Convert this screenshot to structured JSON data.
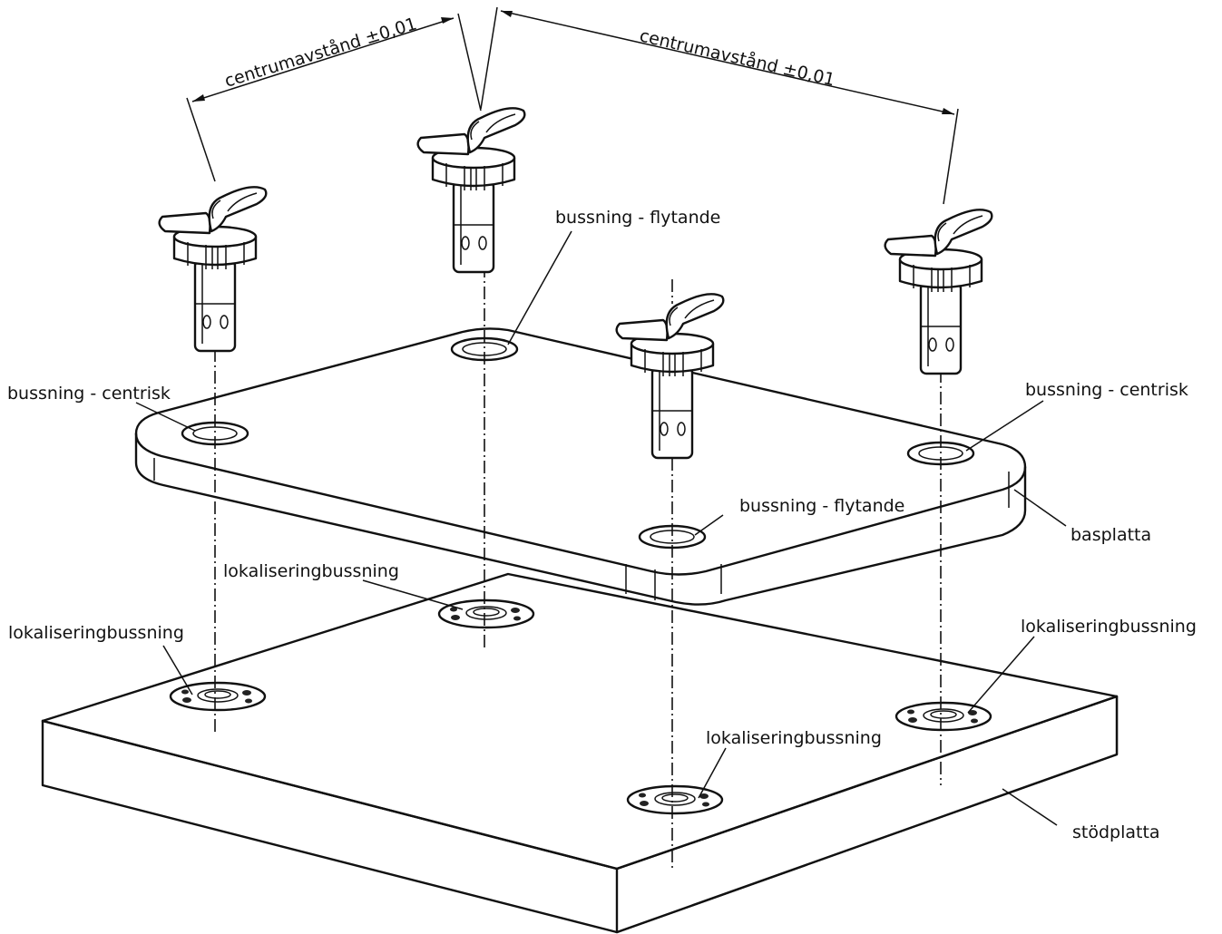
{
  "labels": {
    "dim_left": "centrumavstånd ±0,01",
    "dim_right": "centrumavstånd ±0,01",
    "bushing_floating_top": "bussning - flytande",
    "bushing_floating_front": "bussning - flytande",
    "bushing_centric_left": "bussning - centrisk",
    "bushing_centric_right": "bussning - centrisk",
    "base_plate": "basplatta",
    "support_plate": "stödplatta",
    "locating_bushing_back": "lokaliseringbussning",
    "locating_bushing_left": "lokaliseringbussning",
    "locating_bushing_right": "lokaliseringbussning",
    "locating_bushing_front": "lokaliseringbussning"
  }
}
